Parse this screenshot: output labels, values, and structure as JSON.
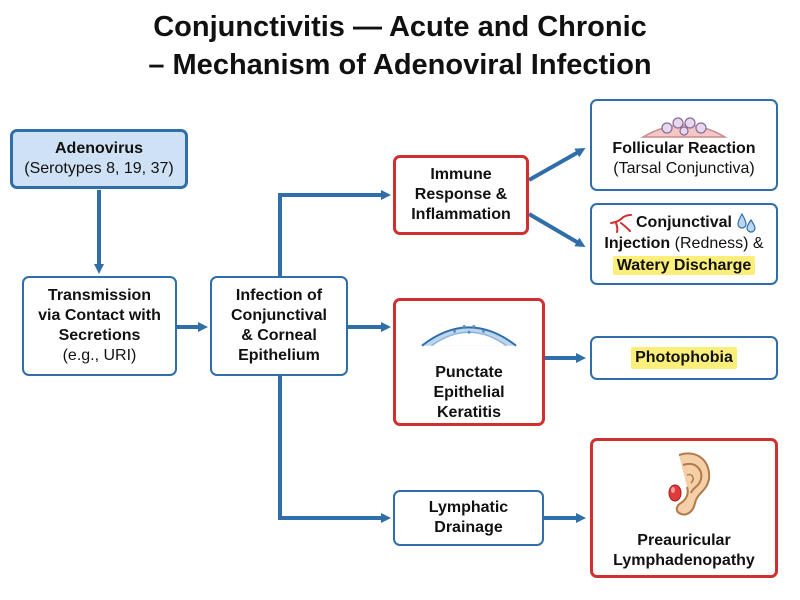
{
  "title": {
    "line1": "Conjunctivitis — Acute and Chronic",
    "line2": "– Mechanism of Adenoviral Infection"
  },
  "nodes": {
    "adenovirus": {
      "title": "Adenovirus",
      "subtitle": "(Serotypes 8, 19, 37)"
    },
    "transmission": {
      "line1": "Transmission",
      "line2": "via Contact with",
      "line3": "Secretions",
      "line4": "(e.g., URI)"
    },
    "infection": {
      "line1": "Infection of",
      "line2": "Conjunctival",
      "line3": "& Corneal",
      "line4": "Epithelium"
    },
    "immune": {
      "line1": "Immune",
      "line2": "Response &",
      "line3": "Inflammation"
    },
    "keratitis": {
      "line1": "Punctate",
      "line2": "Epithelial",
      "line3": "Keratitis"
    },
    "lymphatic": {
      "line1": "Lymphatic",
      "line2": "Drainage"
    },
    "follicular": {
      "title": "Follicular Reaction",
      "subtitle": "(Tarsal Conjunctiva)"
    },
    "injection": {
      "title": "Conjunctival",
      "line2_bold": "Injection",
      "line2_normal": "(Redness) &",
      "highlight": "Watery Discharge"
    },
    "photophobia": {
      "label": "Photophobia"
    },
    "lymphadenopathy": {
      "line1": "Preauricular",
      "line2": "Lymphadenopathy"
    }
  },
  "icons": [
    "follicles-icon",
    "blood-vessel-icon",
    "water-drop-icon",
    "cornea-icon",
    "ear-icon"
  ],
  "colors": {
    "arrow_blue": "#2f6ea8",
    "border_red": "#d03030",
    "highlight_yellow": "#fbef7a",
    "box_fill_blue": "#cfe2f5"
  }
}
